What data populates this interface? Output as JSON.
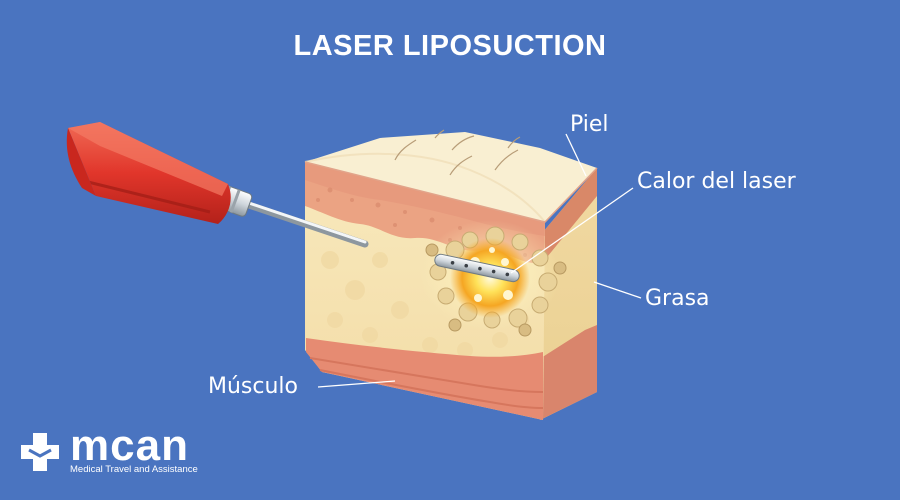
{
  "title": "LASER LIPOSUCTION",
  "labels": {
    "skin": "Piel",
    "laser_heat": "Calor del laser",
    "fat": "Grasa",
    "muscle": "Músculo"
  },
  "logo": {
    "wordmark": "mcan",
    "tagline": "Medical Travel and Assistance"
  },
  "colors": {
    "background": "#4a74c0",
    "cannula": "#e1362b",
    "skin": "#e8967a",
    "fat": "#f7e7b8",
    "muscle": "#e38a70"
  }
}
